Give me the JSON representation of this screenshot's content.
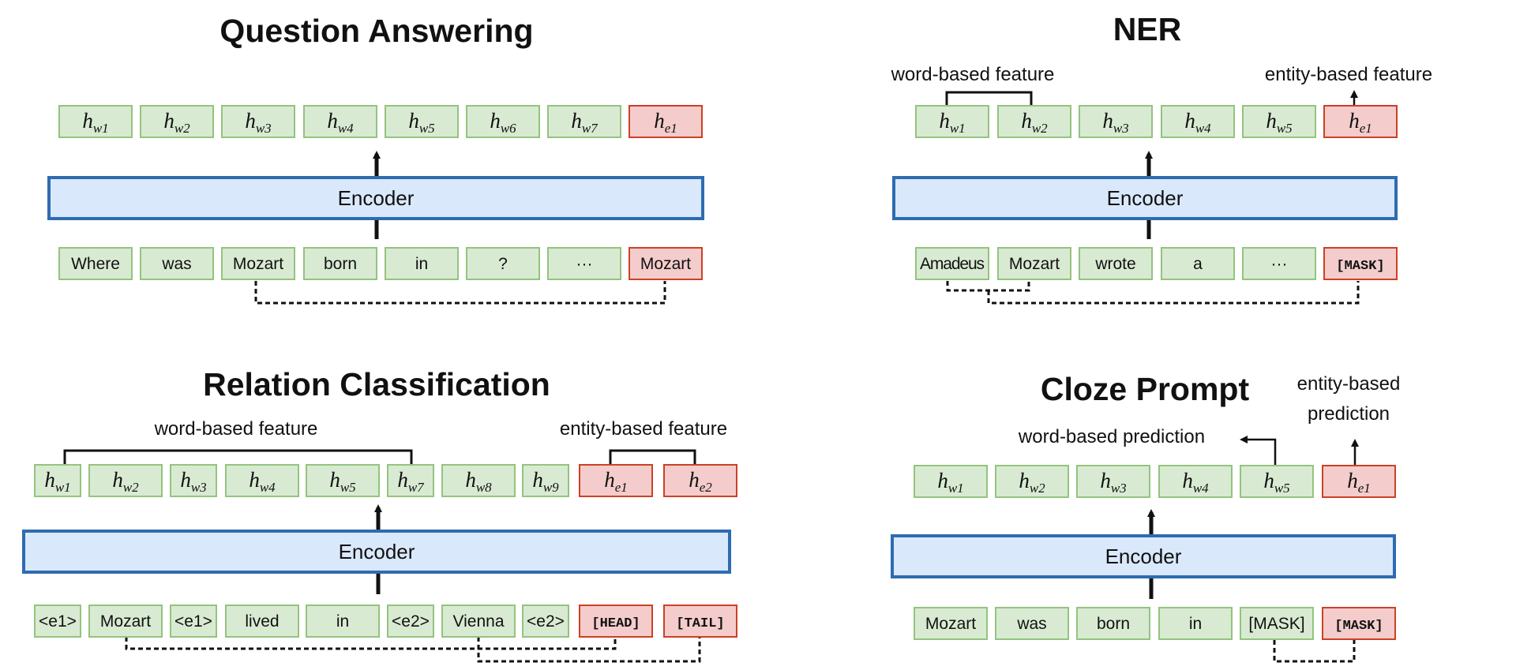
{
  "colors": {
    "word_fill": "#d9ead3",
    "word_stroke": "#93c47d",
    "entity_fill": "#f4cccc",
    "entity_stroke": "#cc4125",
    "encoder_fill": "#dae8fc",
    "encoder_stroke": "#2e6cb0",
    "line": "#111111"
  },
  "panels": {
    "qa": {
      "title": "Question Answering",
      "encoder_label": "Encoder",
      "hidden": [
        {
          "base": "h",
          "sub": "w1",
          "kind": "word"
        },
        {
          "base": "h",
          "sub": "w2",
          "kind": "word"
        },
        {
          "base": "h",
          "sub": "w3",
          "kind": "word"
        },
        {
          "base": "h",
          "sub": "w4",
          "kind": "word"
        },
        {
          "base": "h",
          "sub": "w5",
          "kind": "word"
        },
        {
          "base": "h",
          "sub": "w6",
          "kind": "word"
        },
        {
          "base": "h",
          "sub": "w7",
          "kind": "word"
        },
        {
          "base": "h",
          "sub": "e1",
          "kind": "entity"
        }
      ],
      "tokens": [
        {
          "text": "Where",
          "kind": "word"
        },
        {
          "text": "was",
          "kind": "word"
        },
        {
          "text": "Mozart",
          "kind": "word"
        },
        {
          "text": "born",
          "kind": "word"
        },
        {
          "text": "in",
          "kind": "word"
        },
        {
          "text": "?",
          "kind": "word"
        },
        {
          "text": "···",
          "kind": "word"
        },
        {
          "text": "Mozart",
          "kind": "entity"
        }
      ]
    },
    "ner": {
      "title": "NER",
      "encoder_label": "Encoder",
      "word_feature_label": "word-based feature",
      "entity_feature_label": "entity-based feature",
      "hidden": [
        {
          "base": "h",
          "sub": "w1",
          "kind": "word"
        },
        {
          "base": "h",
          "sub": "w2",
          "kind": "word"
        },
        {
          "base": "h",
          "sub": "w3",
          "kind": "word"
        },
        {
          "base": "h",
          "sub": "w4",
          "kind": "word"
        },
        {
          "base": "h",
          "sub": "w5",
          "kind": "word"
        },
        {
          "base": "h",
          "sub": "e1",
          "kind": "entity"
        }
      ],
      "tokens": [
        {
          "text": "Amadeus",
          "kind": "word"
        },
        {
          "text": "Mozart",
          "kind": "word"
        },
        {
          "text": "wrote",
          "kind": "word"
        },
        {
          "text": "a",
          "kind": "word"
        },
        {
          "text": "···",
          "kind": "word"
        },
        {
          "text": "[MASK]",
          "kind": "entity"
        }
      ]
    },
    "rc": {
      "title": "Relation Classification",
      "encoder_label": "Encoder",
      "word_feature_label": "word-based feature",
      "entity_feature_label": "entity-based feature",
      "hidden": [
        {
          "base": "h",
          "sub": "w1",
          "kind": "word"
        },
        {
          "base": "h",
          "sub": "w2",
          "kind": "word"
        },
        {
          "base": "h",
          "sub": "w3",
          "kind": "word"
        },
        {
          "base": "h",
          "sub": "w4",
          "kind": "word"
        },
        {
          "base": "h",
          "sub": "w5",
          "kind": "word"
        },
        {
          "base": "h",
          "sub": "w7",
          "kind": "word"
        },
        {
          "base": "h",
          "sub": "w8",
          "kind": "word"
        },
        {
          "base": "h",
          "sub": "w9",
          "kind": "word"
        },
        {
          "base": "h",
          "sub": "e1",
          "kind": "entity"
        },
        {
          "base": "h",
          "sub": "e2",
          "kind": "entity"
        }
      ],
      "tokens": [
        {
          "text": "<e1>",
          "kind": "word"
        },
        {
          "text": "Mozart",
          "kind": "word"
        },
        {
          "text": "<e1>",
          "kind": "word"
        },
        {
          "text": "lived",
          "kind": "word"
        },
        {
          "text": "in",
          "kind": "word"
        },
        {
          "text": "<e2>",
          "kind": "word"
        },
        {
          "text": "Vienna",
          "kind": "word"
        },
        {
          "text": "<e2>",
          "kind": "word"
        },
        {
          "text": "[HEAD]",
          "kind": "entity"
        },
        {
          "text": "[TAIL]",
          "kind": "entity"
        }
      ]
    },
    "cloze": {
      "title": "Cloze Prompt",
      "encoder_label": "Encoder",
      "word_prediction_label": "word-based prediction",
      "entity_prediction_label_line1": "entity-based",
      "entity_prediction_label_line2": "prediction",
      "hidden": [
        {
          "base": "h",
          "sub": "w1",
          "kind": "word"
        },
        {
          "base": "h",
          "sub": "w2",
          "kind": "word"
        },
        {
          "base": "h",
          "sub": "w3",
          "kind": "word"
        },
        {
          "base": "h",
          "sub": "w4",
          "kind": "word"
        },
        {
          "base": "h",
          "sub": "w5",
          "kind": "word"
        },
        {
          "base": "h",
          "sub": "e1",
          "kind": "entity"
        }
      ],
      "tokens": [
        {
          "text": "Mozart",
          "kind": "word"
        },
        {
          "text": "was",
          "kind": "word"
        },
        {
          "text": "born",
          "kind": "word"
        },
        {
          "text": "in",
          "kind": "word"
        },
        {
          "text": "[MASK]",
          "kind": "word"
        },
        {
          "text": "[MASK]",
          "kind": "entity"
        }
      ]
    }
  }
}
